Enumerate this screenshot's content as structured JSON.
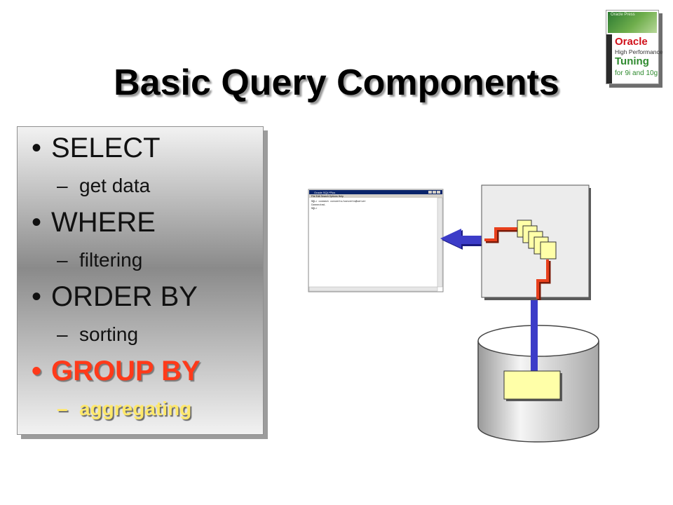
{
  "slide": {
    "title": "Basic Query Components"
  },
  "book": {
    "series": "Oracle Press",
    "brand": "Oracle",
    "line1": "High Performance",
    "line2": "Tuning",
    "line3": "for 9i and 10g"
  },
  "bullets": [
    {
      "level": 1,
      "text": "SELECT",
      "highlight": false
    },
    {
      "level": 2,
      "text": "get data",
      "highlight": false
    },
    {
      "level": 1,
      "text": "WHERE",
      "highlight": false
    },
    {
      "level": 2,
      "text": "filtering",
      "highlight": false
    },
    {
      "level": 1,
      "text": "ORDER BY",
      "highlight": false
    },
    {
      "level": 2,
      "text": "sorting",
      "highlight": false
    },
    {
      "level": 1,
      "text": "GROUP BY",
      "highlight": true
    },
    {
      "level": 2,
      "text": "aggregating",
      "highlight": true
    }
  ],
  "bullet_glyph": "•",
  "dash_glyph": "–",
  "sqlplus": {
    "title": "Oracle SQL*Plus",
    "menu": "File  Edit  Search  Options  Help",
    "line1": "SQL> connect concerts/concerts@server",
    "line2": "Connected.",
    "line3": "SQL>"
  },
  "colors": {
    "highlight_main": "#ff3a1a",
    "highlight_sub": "#ffe86a",
    "arrow_blue": "#3c3cc8",
    "path_red": "#e8401c",
    "sheet_yellow": "#ffffa8"
  }
}
